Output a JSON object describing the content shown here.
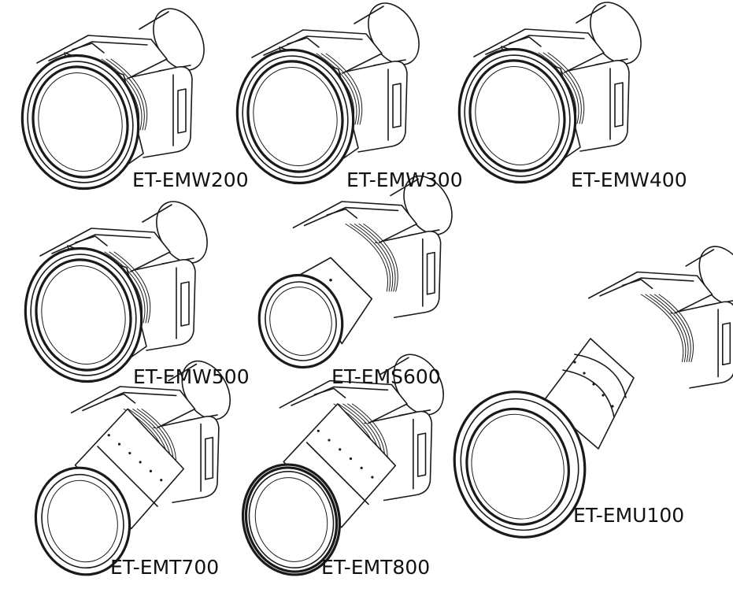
{
  "lenses": [
    {
      "model": "ET-EMW200"
    },
    {
      "model": "ET-EMW300"
    },
    {
      "model": "ET-EMW400"
    },
    {
      "model": "ET-EMW500"
    },
    {
      "model": "ET-EMS600"
    },
    {
      "model": "ET-EMU100"
    },
    {
      "model": "ET-EMT700"
    },
    {
      "model": "ET-EMT800"
    }
  ]
}
